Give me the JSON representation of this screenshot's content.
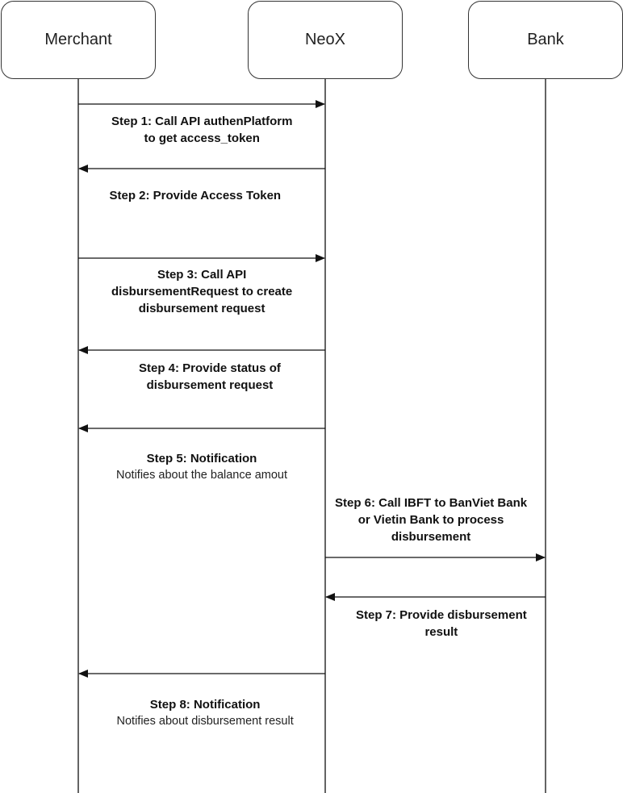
{
  "participants": [
    {
      "id": "merchant",
      "name": "Merchant"
    },
    {
      "id": "neox",
      "name": "NeoX"
    },
    {
      "id": "bank",
      "name": "Bank"
    }
  ],
  "messages": [
    {
      "step": 1,
      "from": "merchant",
      "to": "neox",
      "title_lines": [
        "Step 1: Call API authenPlatform",
        "to get access_token"
      ],
      "sub": ""
    },
    {
      "step": 2,
      "from": "neox",
      "to": "merchant",
      "title_lines": [
        "Step 2: Provide Access Token"
      ],
      "sub": ""
    },
    {
      "step": 3,
      "from": "merchant",
      "to": "neox",
      "title_lines": [
        "Step 3:  Call API",
        "disbursementRequest to create",
        "disbursement request"
      ],
      "sub": ""
    },
    {
      "step": 4,
      "from": "neox",
      "to": "merchant",
      "title_lines": [
        "Step 4: Provide status of",
        "disbursement  request"
      ],
      "sub": ""
    },
    {
      "step": 5,
      "from": "neox",
      "to": "merchant",
      "title_lines": [
        "Step 5: Notification"
      ],
      "sub": "Notifies about the balance amout"
    },
    {
      "step": 6,
      "from": "neox",
      "to": "bank",
      "title_lines": [
        "Step 6: Call IBFT to BanViet Bank",
        "or Vietin Bank to process",
        "disbursement"
      ],
      "sub": ""
    },
    {
      "step": 7,
      "from": "bank",
      "to": "neox",
      "title_lines": [
        "Step 7: Provide disbursement",
        "result"
      ],
      "sub": ""
    },
    {
      "step": 8,
      "from": "neox",
      "to": "merchant",
      "title_lines": [
        "Step 8: Notification"
      ],
      "sub": "Notifies about disbursement result"
    }
  ],
  "colors": {
    "line": "#111111",
    "box_border": "#333333"
  }
}
